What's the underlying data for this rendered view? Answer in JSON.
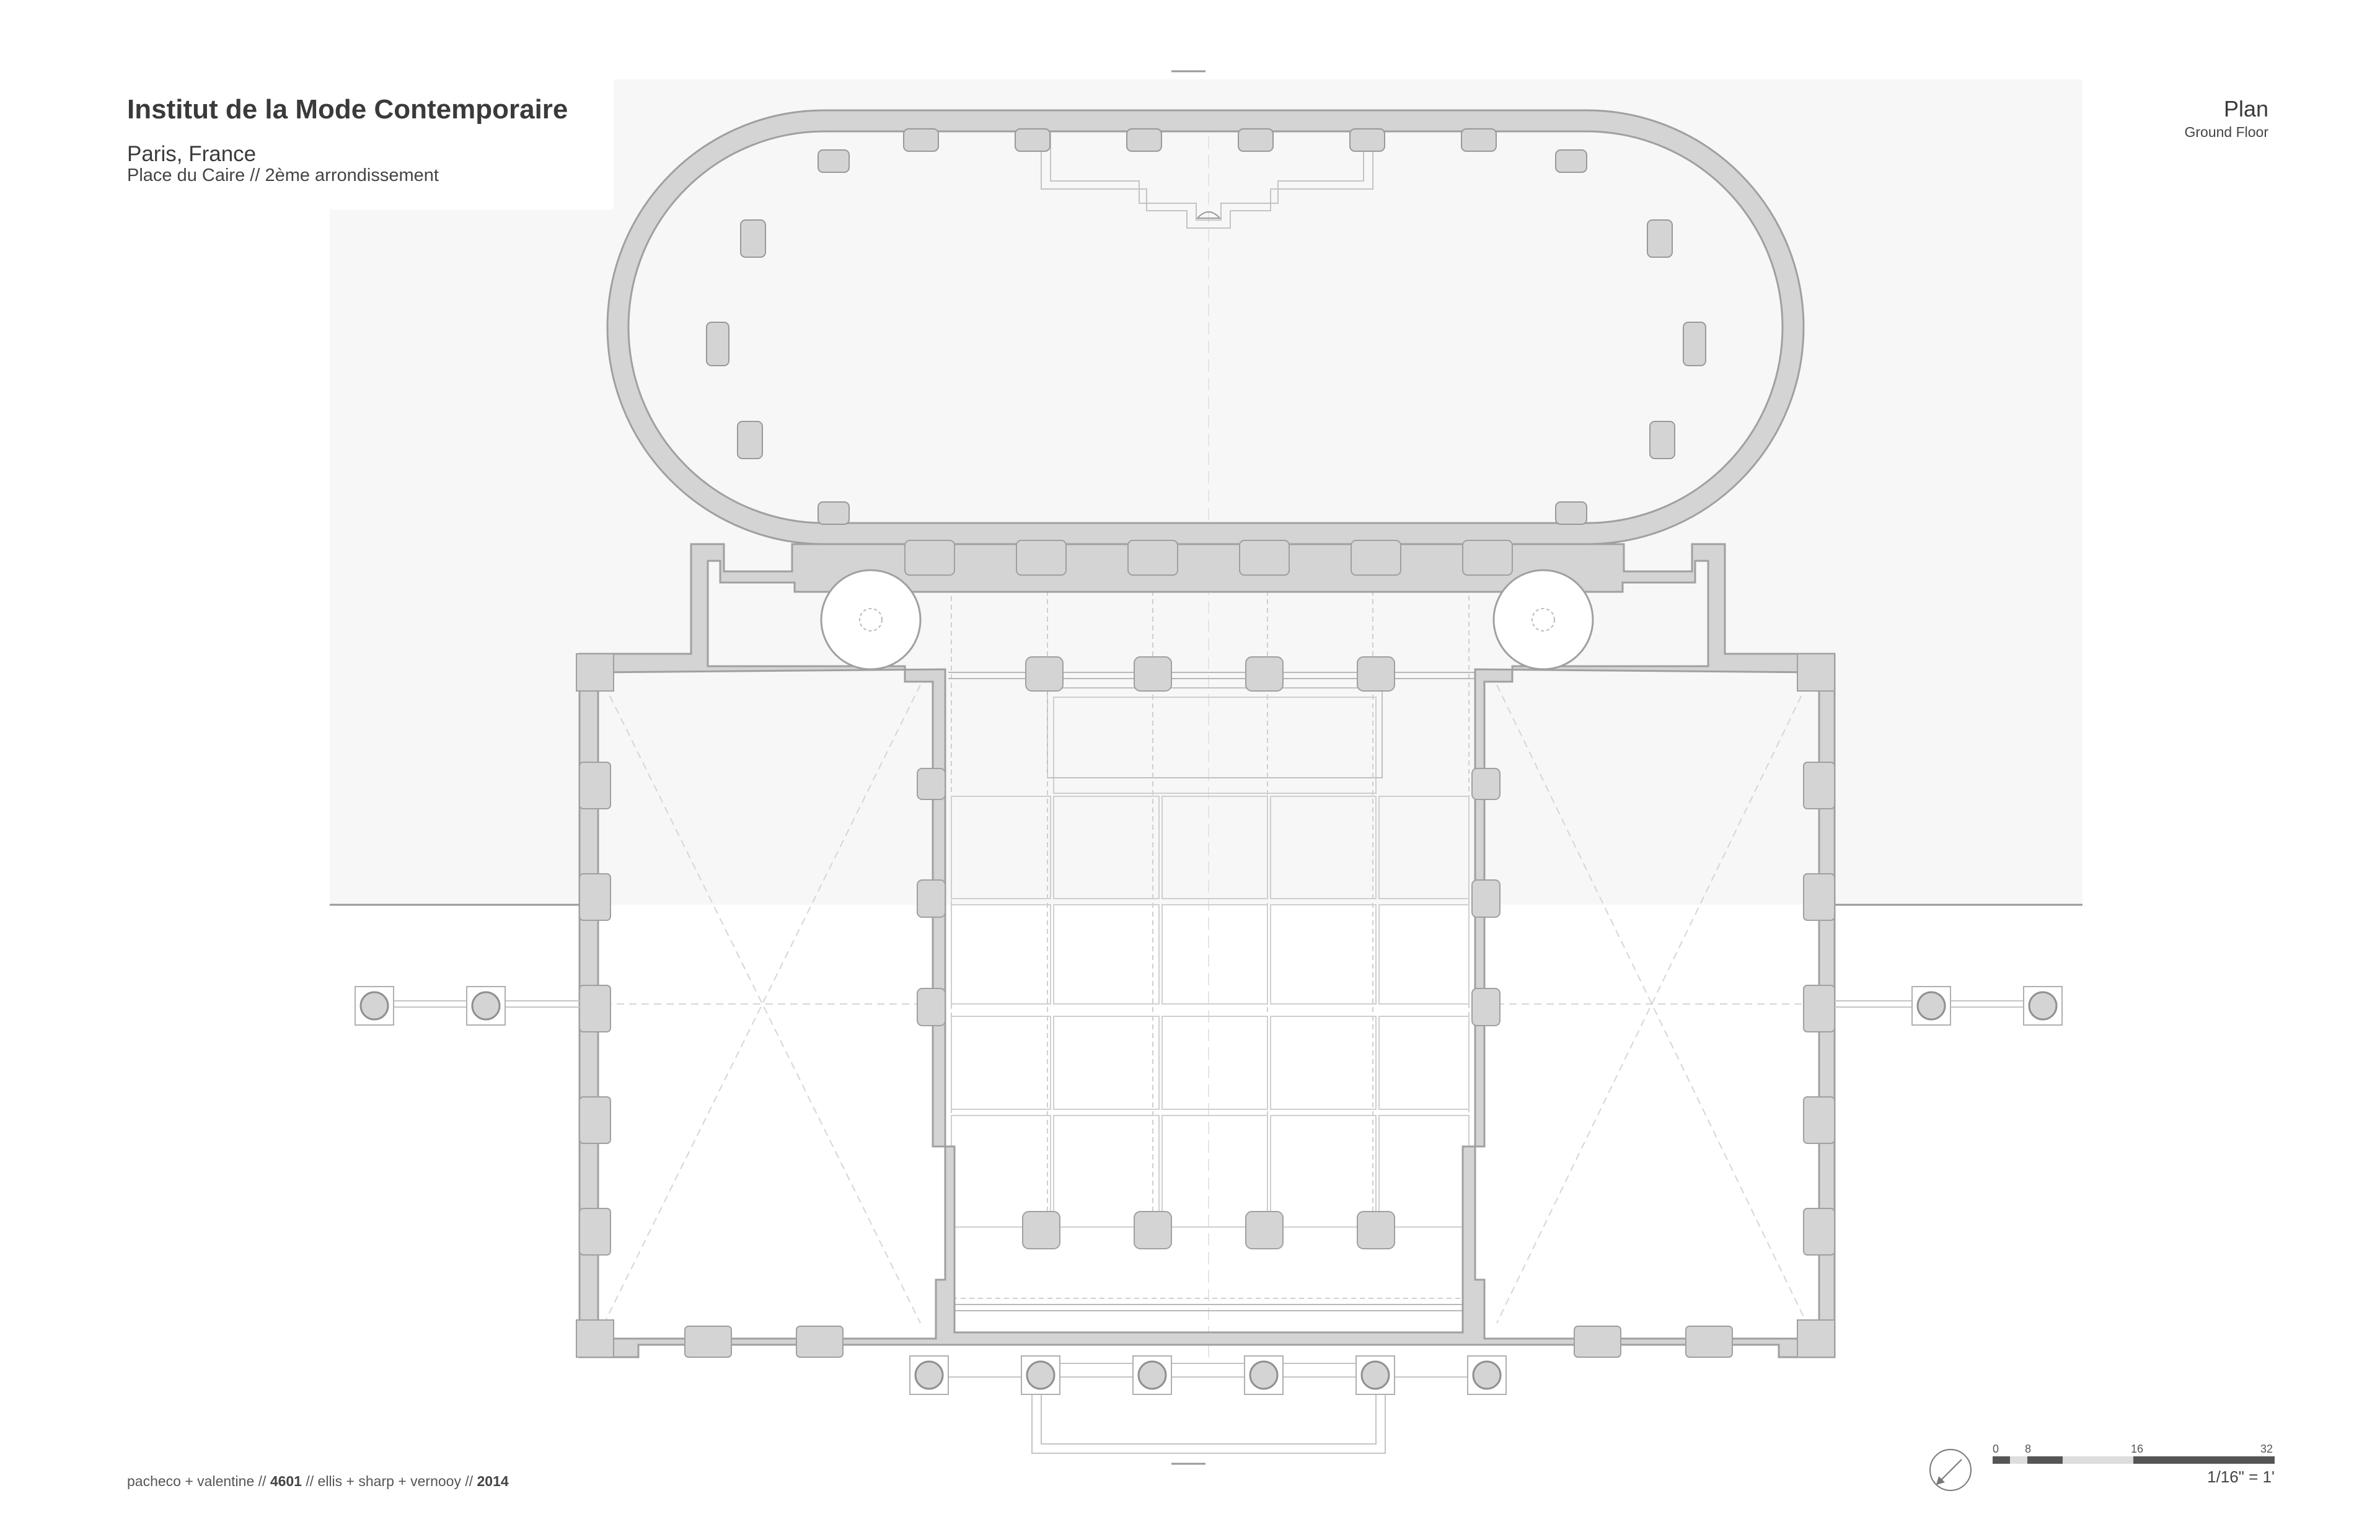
{
  "title": {
    "project": "Institut de la Mode Contemporaire",
    "city": "Paris, France",
    "place": "Place du Caire // 2ème arrondissement"
  },
  "sheet": {
    "name": "Plan",
    "level": "Ground Floor"
  },
  "credits": {
    "part1": "pacheco + valentine // ",
    "course": "4601",
    "part2": " // ellis + sharp + vernooy // ",
    "year": "2014"
  },
  "scale": {
    "ticks": [
      "0",
      "8",
      "16",
      "32"
    ],
    "ratio": "1/16\" = 1'"
  },
  "colors": {
    "wall_fill": "#d4d4d4",
    "wall_stroke": "#a0a0a0",
    "site": "#f7f7f7",
    "line": "#bcbcbc",
    "text": "#3a3a3a"
  },
  "icons": {
    "north_arrow": "north-arrow-icon"
  }
}
